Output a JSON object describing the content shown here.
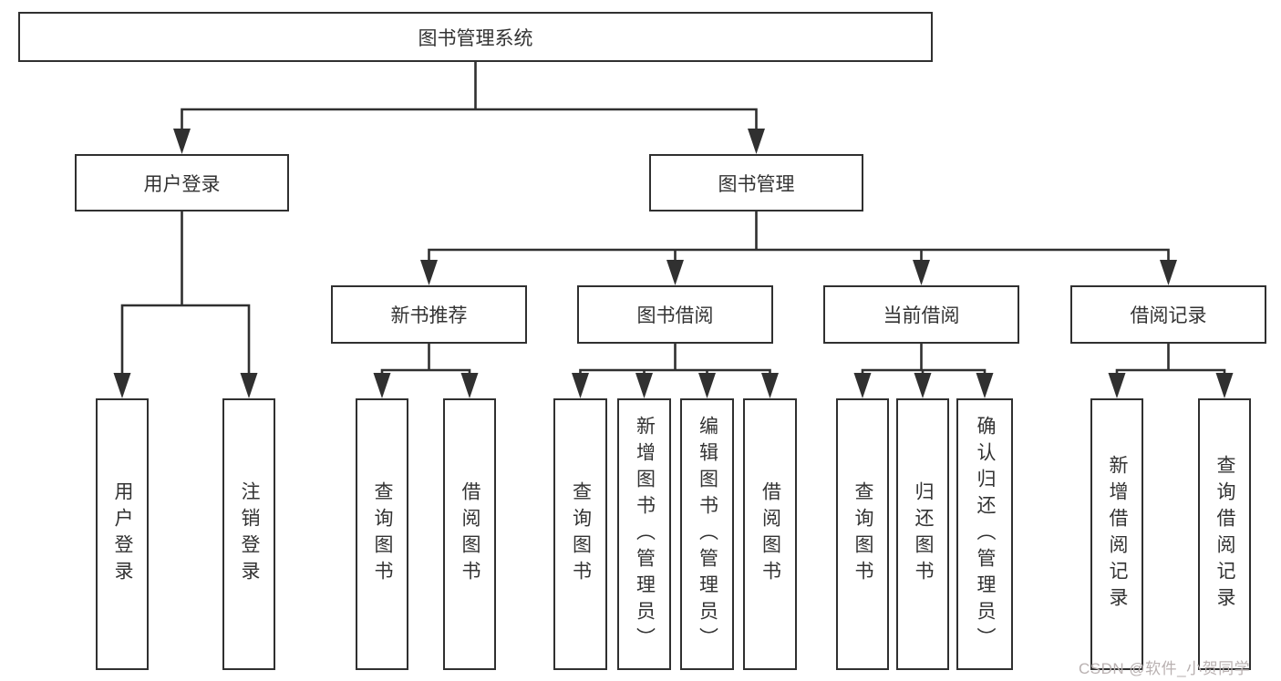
{
  "tree": {
    "root": {
      "label": "图书管理系统"
    },
    "branches": [
      {
        "label": "用户登录",
        "leaves": [
          "用户登录",
          "注销登录"
        ]
      },
      {
        "label": "图书管理",
        "sections": [
          {
            "label": "新书推荐",
            "leaves": [
              "查询图书",
              "借阅图书"
            ]
          },
          {
            "label": "图书借阅",
            "leaves": [
              "查询图书",
              "新增图书（管理员）",
              "编辑图书（管理员）",
              "借阅图书"
            ]
          },
          {
            "label": "当前借阅",
            "leaves": [
              "查询图书",
              "归还图书",
              "确认归还（管理员）"
            ]
          },
          {
            "label": "借阅记录",
            "leaves": [
              "新增借阅记录",
              "查询借阅记录"
            ]
          }
        ]
      }
    ]
  },
  "watermark": {
    "text": "CSDN @软件_小贺同学"
  },
  "colors": {
    "line": "#303030",
    "box_border": "#303030",
    "text": "#333333",
    "watermark": "#b9b1b1",
    "background": "#ffffff"
  }
}
